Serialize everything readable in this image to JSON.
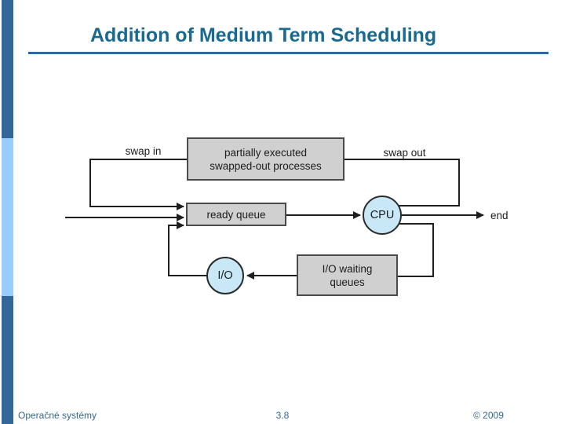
{
  "theme": {
    "accent_dark": "#336699",
    "accent_light": "#99ccff",
    "title_color": "#1a6a8f",
    "box_fill": "#d0d0d0",
    "box_border": "#4a4a4a",
    "circle_fill": "#c9e8f7",
    "line_color": "#1f1f1f"
  },
  "header": {
    "title": "Addition of Medium Term Scheduling"
  },
  "diagram": {
    "swap_in_label": "swap in",
    "swap_out_label": "swap out",
    "end_label": "end",
    "swapped_out_box": {
      "line1": "partially executed",
      "line2": "swapped-out processes"
    },
    "ready_queue_label": "ready queue",
    "cpu_label": "CPU",
    "io_label": "I/O",
    "io_waiting_box": {
      "line1": "I/O waiting",
      "line2": "queues"
    }
  },
  "footer": {
    "course": "Operačné systémy",
    "page": "3.8",
    "copyright": "© 2009"
  }
}
